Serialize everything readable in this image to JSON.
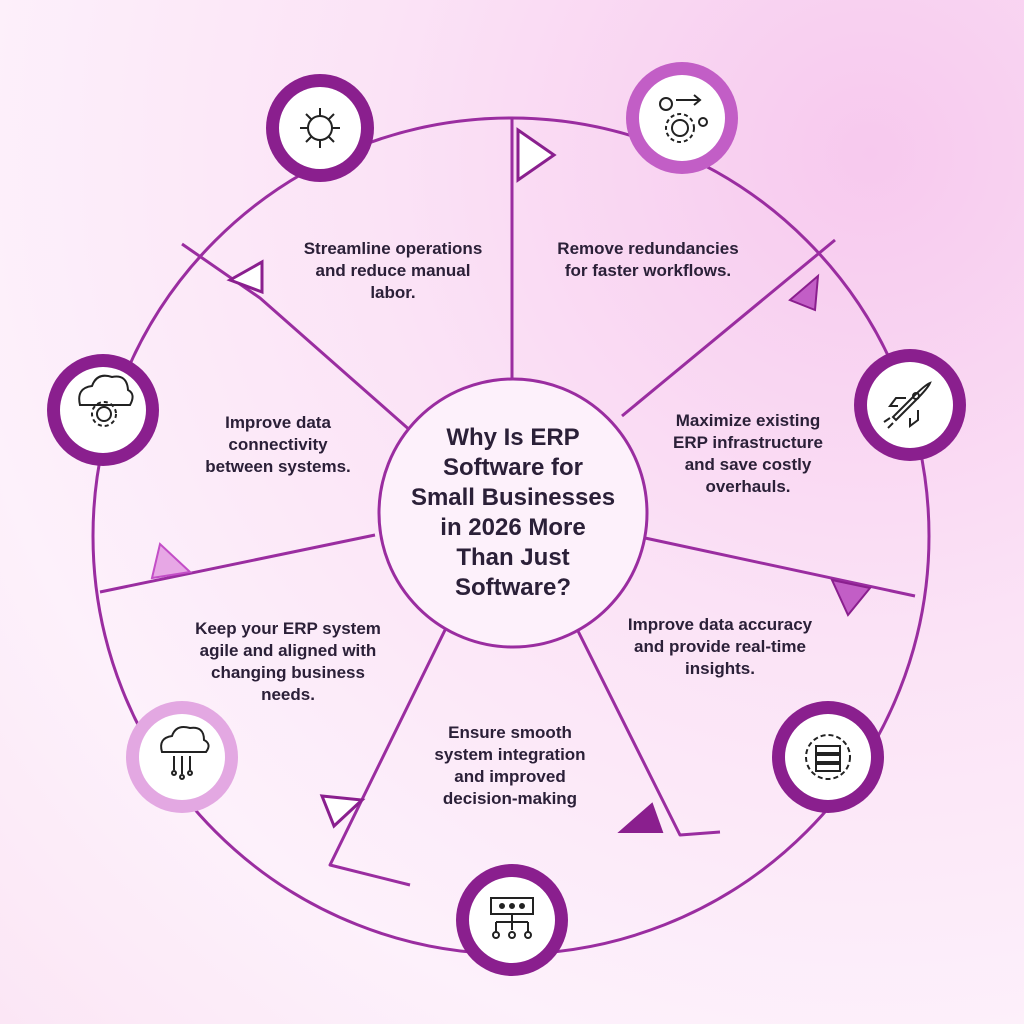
{
  "title": "Why Is ERP\nSoftware for\nSmall Businesses\nin 2026 More\nThan Just\nSoftware?",
  "segments": [
    {
      "text": "Streamline operations\nand reduce manual\nlabor.",
      "icon": "virus-icon"
    },
    {
      "text": "Remove redundancies\nfor faster workflows.",
      "icon": "gear-arrow-icon"
    },
    {
      "text": "Maximize existing\nERP infrastructure\nand save costly\noverhauls.",
      "icon": "rocket-icon"
    },
    {
      "text": "Improve data accuracy\nand provide real-time\ninsights.",
      "icon": "server-gear-icon"
    },
    {
      "text": "Ensure smooth\nsystem integration\nand improved\ndecision-making",
      "icon": "network-icon"
    },
    {
      "text": "Keep your ERP system\nagile and aligned with\nchanging business\nneeds.",
      "icon": "cloud-data-icon"
    },
    {
      "text": "Improve data\nconnectivity\nbetween systems.",
      "icon": "cloud-gear-icon"
    }
  ],
  "colors": {
    "primary": "#8a1f8e",
    "secondary": "#c84fcc",
    "light": "#e3a8e2",
    "text": "#2b2038",
    "white": "#ffffff"
  }
}
